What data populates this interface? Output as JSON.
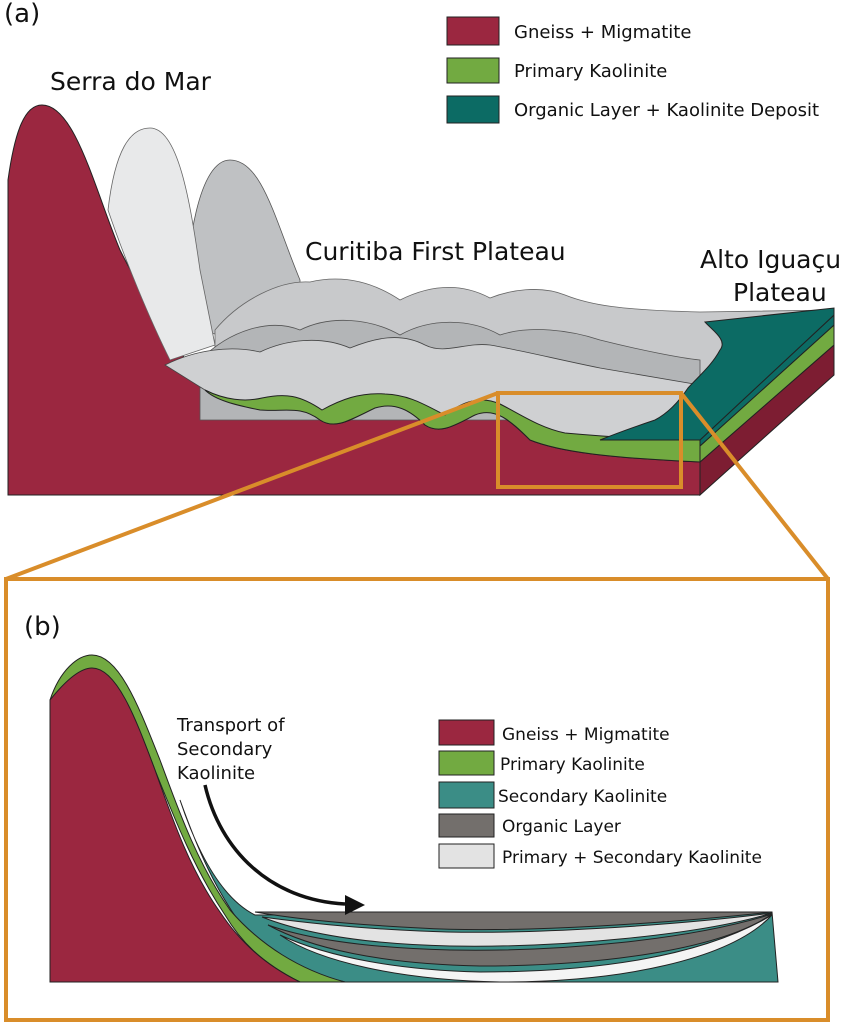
{
  "panel_a": {
    "letter": "(a)",
    "labels": {
      "serra": "Serra do Mar",
      "curitiba": "Curitiba First Plateau",
      "alto_line1": "Alto Iguaçu",
      "alto_line2": "Plateau"
    },
    "legend": [
      {
        "label": "Gneiss + Migmatite",
        "color": "#9b2740"
      },
      {
        "label": "Primary Kaolinite",
        "color": "#72aa41"
      },
      {
        "label": "Organic Layer + Kaolinite Deposit",
        "color": "#0c6b64"
      }
    ]
  },
  "panel_b": {
    "letter": "(b)",
    "transport_lines": [
      "Transport of",
      "Secondary",
      "Kaolinite"
    ],
    "legend": [
      {
        "label": "Gneiss + Migmatite",
        "color": "#9b2740"
      },
      {
        "label": "Primary Kaolinite",
        "color": "#72aa41"
      },
      {
        "label": "Secondary Kaolinite",
        "color": "#3b8d86"
      },
      {
        "label": "Organic Layer",
        "color": "#736f6c"
      },
      {
        "label": "Primary + Secondary Kaolinite",
        "color": "#e3e3e3"
      }
    ]
  },
  "colors": {
    "zoom": "#d98d2a",
    "gneiss": "#9b2740",
    "gneiss_dark": "#7d1d32",
    "primary": "#72aa41",
    "organic_deposit": "#0c6b64",
    "secondary": "#3b8d86",
    "organic": "#736f6c",
    "mixed": "#e3e3e3"
  }
}
